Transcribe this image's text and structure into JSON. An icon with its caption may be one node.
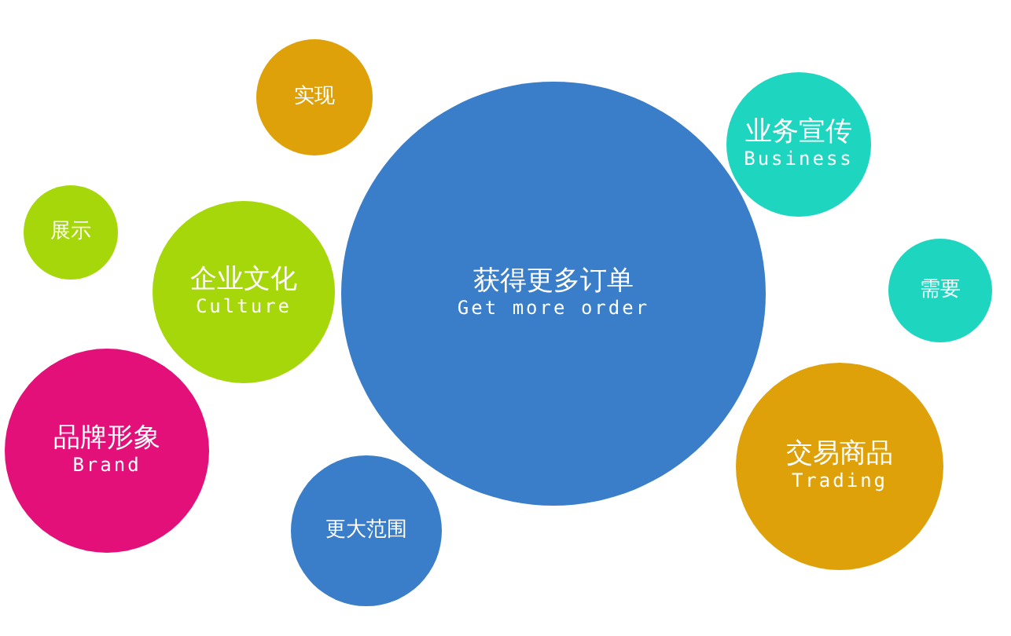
{
  "diagram": {
    "nodes": [
      {
        "text": [
          "实现"
        ]
      },
      {
        "text": [
          "业务宣传",
          "Business"
        ]
      },
      {
        "text": [
          "展示"
        ]
      },
      {
        "text": [
          "企业文化",
          "Culture"
        ]
      },
      {
        "text": [
          "获得更多订单",
          "Get more order"
        ]
      },
      {
        "text": [
          "需要"
        ]
      },
      {
        "text": [
          "品牌形象",
          "Brand"
        ]
      },
      {
        "text": [
          "交易商品",
          "Trading"
        ]
      },
      {
        "text": [
          "更大范围"
        ]
      }
    ]
  }
}
